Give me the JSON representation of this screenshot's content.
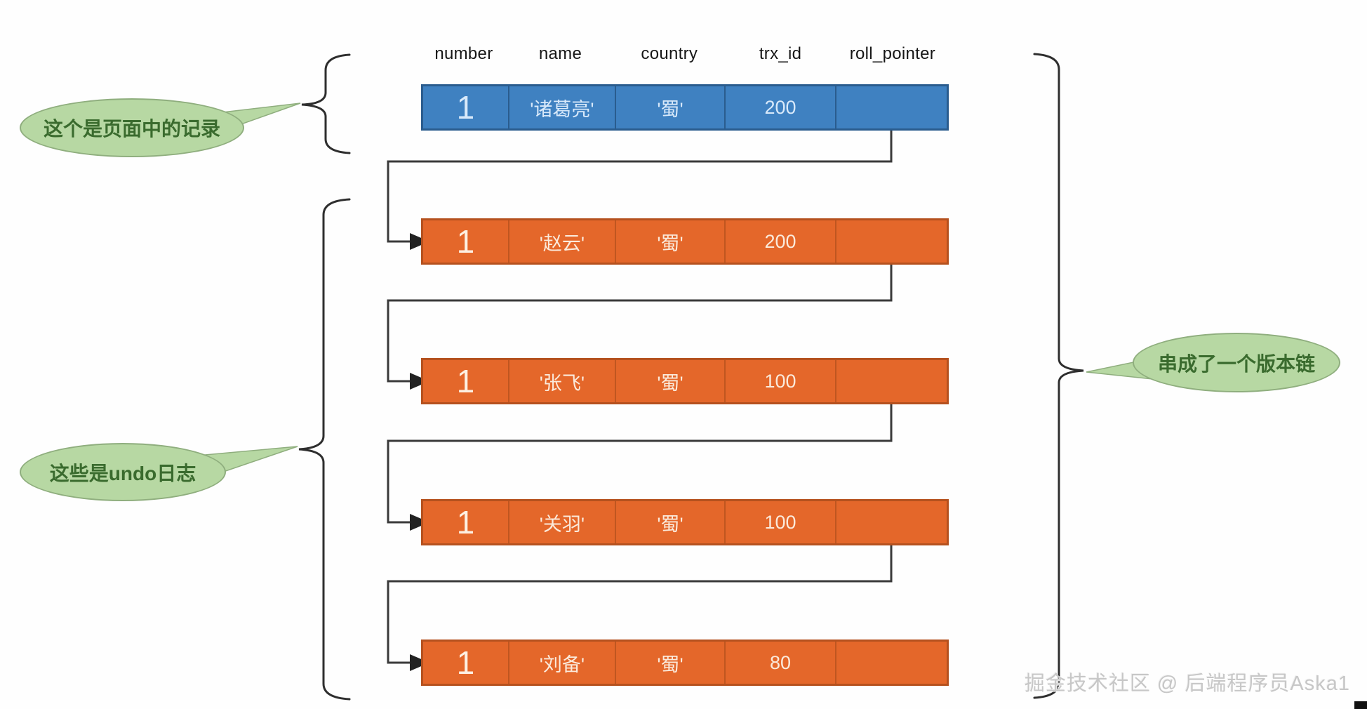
{
  "diagram": {
    "columns": [
      "number",
      "name",
      "country",
      "trx_id",
      "roll_pointer"
    ],
    "page_record": {
      "number": "1",
      "name": "'诸葛亮'",
      "country": "'蜀'",
      "trx_id": "200"
    },
    "undo_logs": [
      {
        "number": "1",
        "name": "'赵云'",
        "country": "'蜀'",
        "trx_id": "200"
      },
      {
        "number": "1",
        "name": "'张飞'",
        "country": "'蜀'",
        "trx_id": "100"
      },
      {
        "number": "1",
        "name": "'关羽'",
        "country": "'蜀'",
        "trx_id": "100"
      },
      {
        "number": "1",
        "name": "'刘备'",
        "country": "'蜀'",
        "trx_id": "80"
      }
    ],
    "annotations": {
      "page_record_label": "这个是页面中的记录",
      "undo_logs_label": "这些是undo日志",
      "version_chain_label": "串成了一个版本链"
    },
    "watermark": "掘金技术社区 @ 后端程序员Aska1",
    "colors": {
      "record_fill": "#3f81c1",
      "record_border": "#2a5c8e",
      "undo_fill": "#e4672a",
      "undo_border": "#b5511e",
      "bubble_fill": "#b7d8a3",
      "bubble_border": "#8fae7e",
      "bubble_text": "#3a6b2e",
      "connector_line": "#3a3a3a"
    }
  }
}
